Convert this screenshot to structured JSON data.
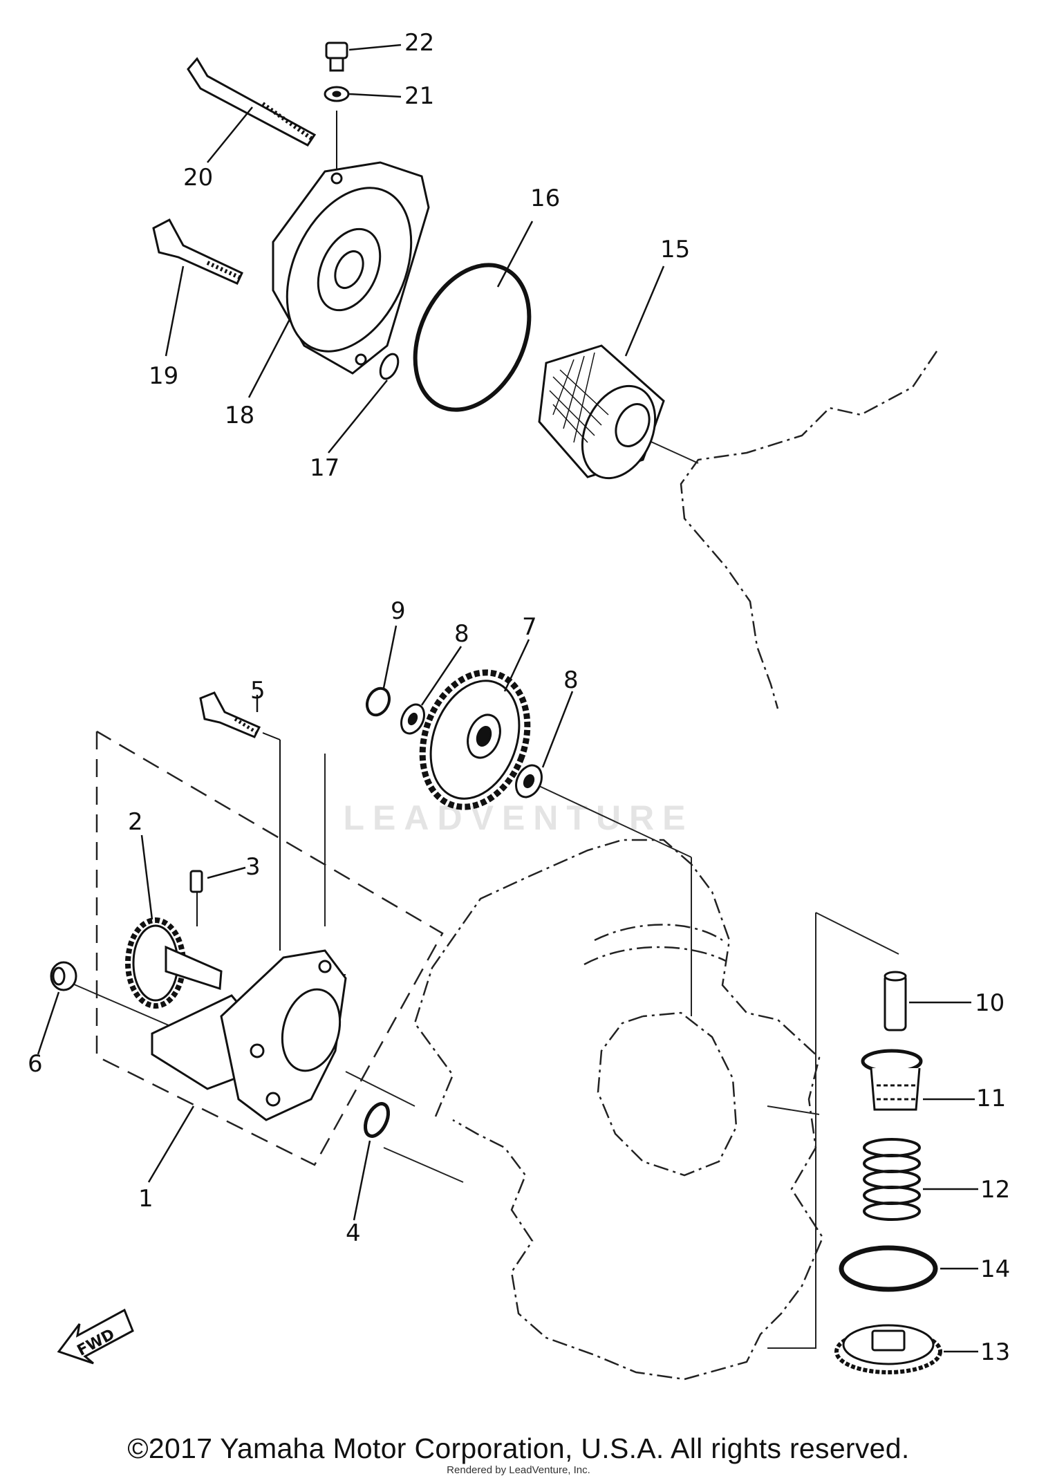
{
  "diagram": {
    "callouts": [
      {
        "id": "1",
        "label": "1"
      },
      {
        "id": "2",
        "label": "2"
      },
      {
        "id": "3",
        "label": "3"
      },
      {
        "id": "4",
        "label": "4"
      },
      {
        "id": "5",
        "label": "5"
      },
      {
        "id": "6",
        "label": "6"
      },
      {
        "id": "7",
        "label": "7"
      },
      {
        "id": "8a",
        "label": "8"
      },
      {
        "id": "8b",
        "label": "8"
      },
      {
        "id": "9",
        "label": "9"
      },
      {
        "id": "10",
        "label": "10"
      },
      {
        "id": "11",
        "label": "11"
      },
      {
        "id": "12",
        "label": "12"
      },
      {
        "id": "13",
        "label": "13"
      },
      {
        "id": "14",
        "label": "14"
      },
      {
        "id": "15",
        "label": "15"
      },
      {
        "id": "16",
        "label": "16"
      },
      {
        "id": "17",
        "label": "17"
      },
      {
        "id": "18",
        "label": "18"
      },
      {
        "id": "19",
        "label": "19"
      },
      {
        "id": "20",
        "label": "20"
      },
      {
        "id": "21",
        "label": "21"
      },
      {
        "id": "22",
        "label": "22"
      }
    ],
    "fwd_label": "FWD",
    "watermark": "LEADVENTURE"
  },
  "footer": {
    "copyright": "©2017 Yamaha Motor Corporation, U.S.A. All rights reserved.",
    "rendered_by": "Rendered by LeadVenture, Inc."
  }
}
